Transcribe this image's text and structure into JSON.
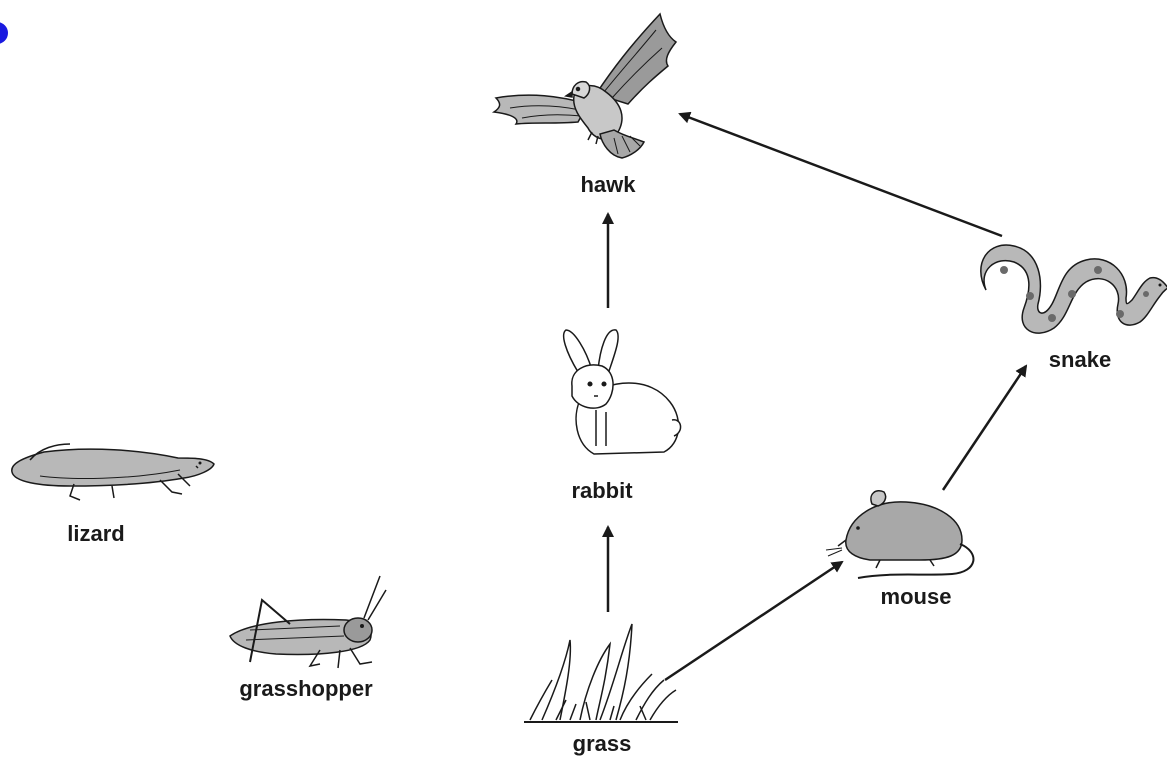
{
  "organisms": {
    "hawk": "hawk",
    "snake": "snake",
    "rabbit": "rabbit",
    "mouse": "mouse",
    "grass": "grass",
    "lizard": "lizard",
    "grasshopper": "grasshopper"
  },
  "links": [
    {
      "from": "grass",
      "to": "rabbit"
    },
    {
      "from": "grass",
      "to": "mouse"
    },
    {
      "from": "rabbit",
      "to": "hawk"
    },
    {
      "from": "mouse",
      "to": "snake"
    },
    {
      "from": "snake",
      "to": "hawk"
    }
  ],
  "colors": {
    "ink": "#1a1a1a",
    "fill_light": "#d8d8d8",
    "fill_mid": "#9a9a9a",
    "accent_dot": "#1a1ae0"
  }
}
